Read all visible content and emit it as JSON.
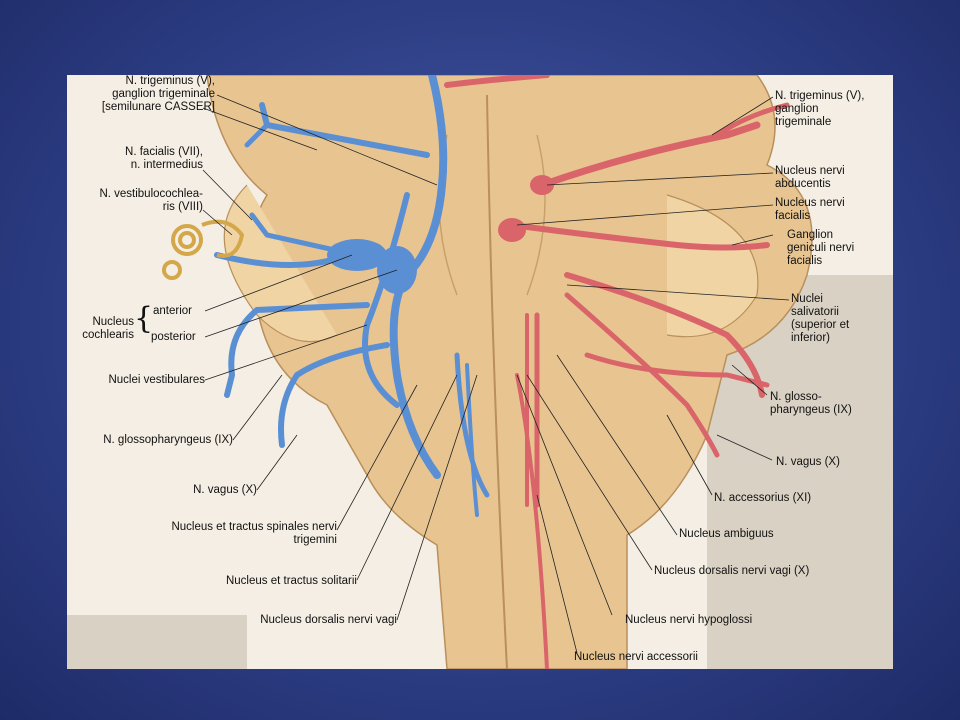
{
  "labels": {
    "n_trigeminus_left": [
      "N. trigeminus (V),",
      "ganglion trigeminale",
      "[semilunare CASSER]"
    ],
    "n_facialis": [
      "N. facialis (VII),",
      "n. intermedius"
    ],
    "n_vestibulocochlearis": [
      "N. vestibulocochlea-",
      "ris (VIII)"
    ],
    "nucleus_cochlearis": [
      "Nucleus",
      "cochlearis"
    ],
    "anterior": "anterior",
    "posterior": "posterior",
    "nuclei_vestibulares": "Nuclei vestibulares",
    "n_glossopharyngeus_left": "N. glossopharyngeus (IX)",
    "n_vagus_left": "N. vagus (X)",
    "nucleus_tractus_spinales": [
      "Nucleus et tractus spinales nervi",
      "trigemini"
    ],
    "nucleus_tractus_solitarii": "Nucleus et tractus solitarii",
    "nucleus_dorsalis_left": "Nucleus dorsalis nervi vagi",
    "n_trigeminus_right": [
      "N. trigeminus (V),",
      "ganglion",
      "trigeminale"
    ],
    "nucleus_abducentis": [
      "Nucleus nervi",
      "abducentis"
    ],
    "nucleus_facialis": [
      "Nucleus nervi",
      "facialis"
    ],
    "ganglion_geniculi": [
      "Ganglion",
      "geniculi nervi",
      "facialis"
    ],
    "nuclei_salivatorii": [
      "Nuclei",
      "salivatorii",
      "(superior et",
      "inferior)"
    ],
    "n_glossopharyngeus_right": [
      "N. glosso-",
      "pharyngeus (IX)"
    ],
    "n_vagus_right": "N. vagus (X)",
    "n_accessorius": "N. accessorius (XI)",
    "nucleus_ambiguus": "Nucleus ambiguus",
    "nucleus_dorsalis_right": "Nucleus dorsalis nervi vagi (X)",
    "nucleus_hypoglossi": "Nucleus nervi hypoglossi",
    "nucleus_accessorii": "Nucleus nervi accessorii"
  },
  "colors": {
    "background": "#2e3f86",
    "brainstem": "#e8c590",
    "sensory_blue": "#5b8fd4",
    "motor_red": "#d9656a"
  }
}
